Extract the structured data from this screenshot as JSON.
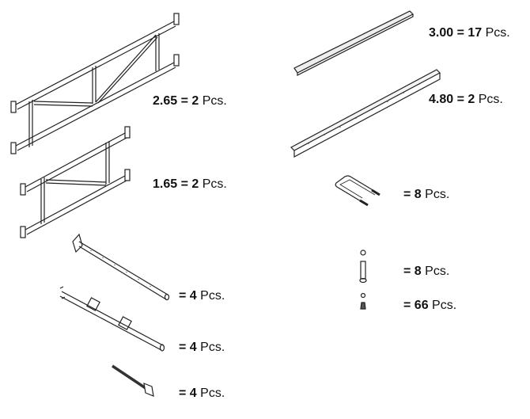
{
  "items": [
    {
      "part": "frame-large",
      "size": "2.65",
      "qty": "2",
      "unit": "Pcs."
    },
    {
      "part": "frame-small",
      "size": "1.65",
      "qty": "2",
      "unit": "Pcs."
    },
    {
      "part": "rail-short",
      "size": "3.00",
      "qty": "17",
      "unit": "Pcs."
    },
    {
      "part": "rail-long",
      "size": "4.80",
      "qty": "2",
      "unit": "Pcs."
    },
    {
      "part": "u-bolt",
      "size": "",
      "qty": "8",
      "unit": "Pcs."
    },
    {
      "part": "bolt-with-nut",
      "size": "",
      "qty": "8",
      "unit": "Pcs."
    },
    {
      "part": "small-screw-with-nut",
      "size": "",
      "qty": "66",
      "unit": "Pcs."
    },
    {
      "part": "post-with-base-plate",
      "size": "",
      "qty": "4",
      "unit": "Pcs."
    },
    {
      "part": "tube-with-clamps",
      "size": "",
      "qty": "4",
      "unit": "Pcs."
    },
    {
      "part": "threaded-anchor-rod",
      "size": "",
      "qty": "4",
      "unit": "Pcs."
    }
  ]
}
